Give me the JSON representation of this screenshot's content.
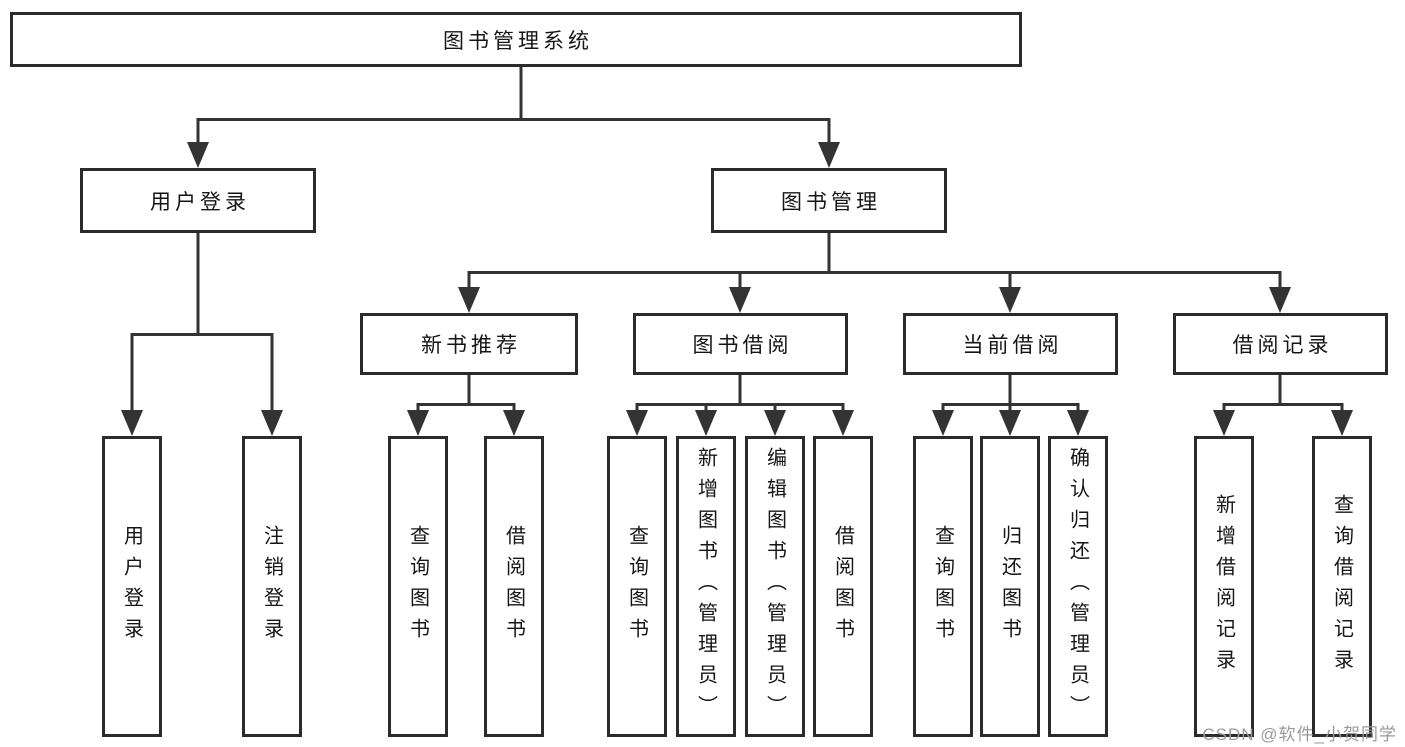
{
  "tree": {
    "label": "图书管理系统",
    "children": [
      {
        "label": "用户登录",
        "children": [
          {
            "label": "用户登录"
          },
          {
            "label": "注销登录"
          }
        ]
      },
      {
        "label": "图书管理",
        "children": [
          {
            "label": "新书推荐",
            "children": [
              {
                "label": "查询图书"
              },
              {
                "label": "借阅图书"
              }
            ]
          },
          {
            "label": "图书借阅",
            "children": [
              {
                "label": "查询图书"
              },
              {
                "label": "新增图书（管理员）"
              },
              {
                "label": "编辑图书（管理员）"
              },
              {
                "label": "借阅图书"
              }
            ]
          },
          {
            "label": "当前借阅",
            "children": [
              {
                "label": "查询图书"
              },
              {
                "label": "归还图书"
              },
              {
                "label": "确认归还（管理员）"
              }
            ]
          },
          {
            "label": "借阅记录",
            "children": [
              {
                "label": "新增借阅记录"
              },
              {
                "label": "查询借阅记录"
              }
            ]
          }
        ]
      }
    ]
  },
  "watermark": {
    "text": "CSDN @软件_小贺同学"
  },
  "colors": {
    "line": "#333333",
    "border": "#2b2b2b",
    "text": "#161616",
    "watermark": "#9a9a9a",
    "background": "#ffffff"
  }
}
